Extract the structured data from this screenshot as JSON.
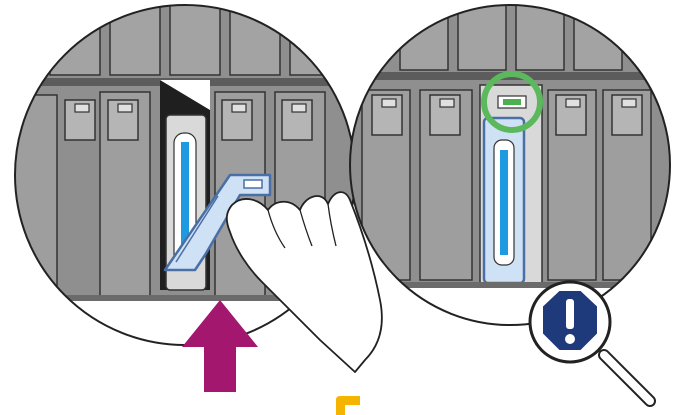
{
  "illustration": {
    "panels": [
      {
        "name": "insert-panel",
        "state": "lever-open"
      },
      {
        "name": "seated-panel",
        "state": "lever-closed"
      }
    ],
    "colors": {
      "chassis": "#8f8f8f",
      "chassis_dark": "#6b6b6b",
      "slot_face": "#9a9a9a",
      "handle_fill": "#cfe1f4",
      "handle_stroke": "#4a6fa5",
      "blue_bar": "#1e9be0",
      "status_ring": "#5cb85c",
      "status_led": "#4caf50",
      "arrow": "#a3176e",
      "badge": "#1f3a7a",
      "accent_tab": "#f5b400"
    },
    "icons": [
      "push-arrow-icon",
      "hand-icon",
      "status-ring-icon",
      "magnifier-icon",
      "warning-badge-icon"
    ]
  }
}
